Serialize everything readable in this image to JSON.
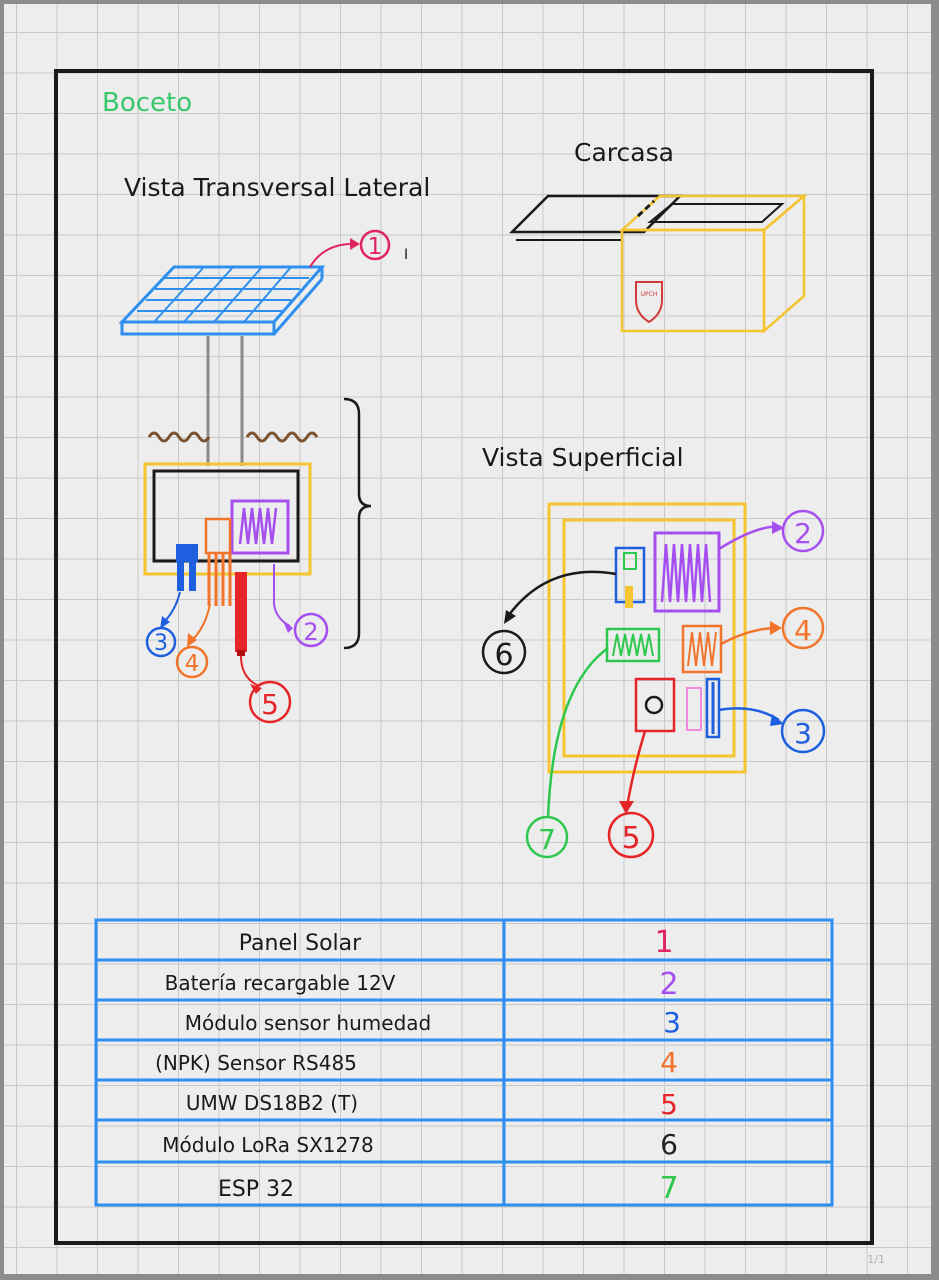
{
  "header": {
    "title": "Boceto"
  },
  "views": {
    "lateral_title": "Vista Transversal Lateral",
    "casing_title": "Carcasa",
    "casing_logo": "UPCH",
    "top_title": "Vista Superficial"
  },
  "markers": [
    "1",
    "2",
    "3",
    "4",
    "5",
    "6",
    "7"
  ],
  "stray_mark": "I",
  "legend": {
    "rows": [
      {
        "name": "Panel Solar",
        "num": "1",
        "color": "#e0245e"
      },
      {
        "name": "Batería recargable 12V",
        "num": "2",
        "color": "#a64ff0"
      },
      {
        "name": "Módulo sensor humedad",
        "num": "3",
        "color": "#1e5fe0"
      },
      {
        "name": "(NPK) Sensor RS485",
        "num": "4",
        "color": "#f2742b"
      },
      {
        "name": "UMW DS18B2 (T)",
        "num": "5",
        "color": "#e52528"
      },
      {
        "name": "Módulo LoRa SX1278",
        "num": "6",
        "color": "#222222"
      },
      {
        "name": "ESP 32",
        "num": "7",
        "color": "#2ec84f"
      }
    ]
  },
  "colors": {
    "red_marker": "#e0245e",
    "purple": "#a64ff0",
    "blue": "#1e5fe0",
    "orange": "#f2742b",
    "red": "#e52528",
    "black": "#222222",
    "green": "#2ec84f",
    "yellow": "#f5c431",
    "panel_blue": "#2d8ff0",
    "soil": "#7a5230",
    "title_green": "#39c76a"
  },
  "footer": {
    "page": "1/1"
  }
}
